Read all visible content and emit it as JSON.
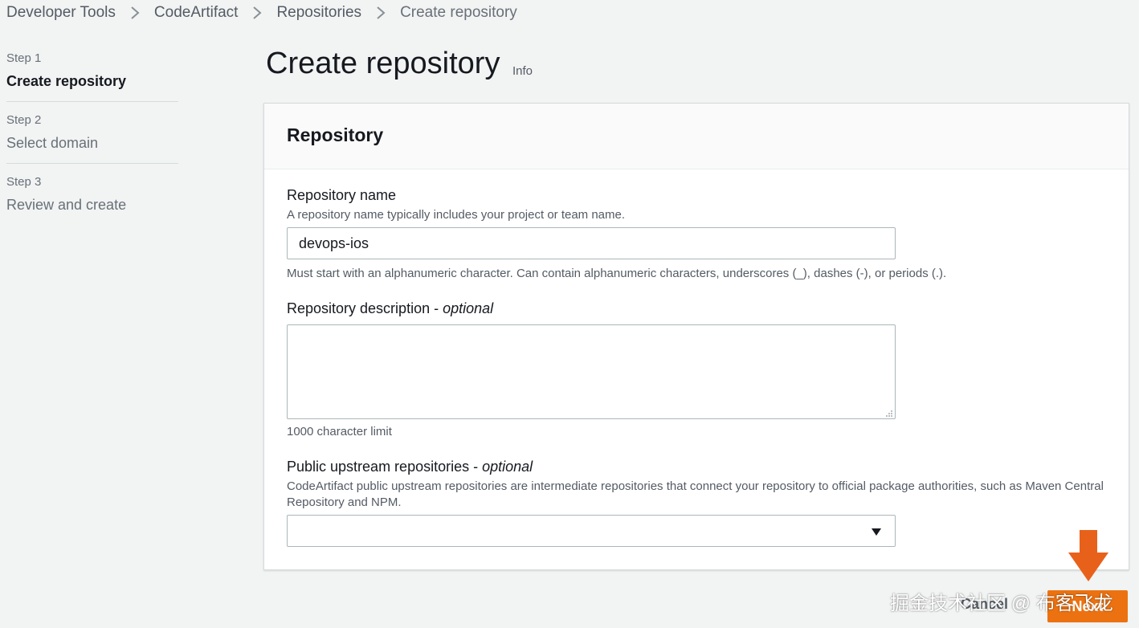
{
  "breadcrumb": {
    "items": [
      "Developer Tools",
      "CodeArtifact",
      "Repositories",
      "Create repository"
    ]
  },
  "steps": [
    {
      "number": "Step 1",
      "title": "Create repository",
      "active": true
    },
    {
      "number": "Step 2",
      "title": "Select domain",
      "active": false
    },
    {
      "number": "Step 3",
      "title": "Review and create",
      "active": false
    }
  ],
  "page": {
    "title": "Create repository",
    "info_link": "Info"
  },
  "card": {
    "title": "Repository",
    "repo_name": {
      "label": "Repository name",
      "description": "A repository name typically includes your project or team name.",
      "value": "devops-ios",
      "constraint": "Must start with an alphanumeric character. Can contain alphanumeric characters, underscores (_), dashes (-), or periods (.)."
    },
    "repo_description": {
      "label": "Repository description",
      "optional": "optional",
      "value": "",
      "constraint": "1000 character limit"
    },
    "upstream": {
      "label": "Public upstream repositories",
      "optional": "optional",
      "description": "CodeArtifact public upstream repositories are intermediate repositories that connect your repository to official package authorities, such as Maven Central Repository and NPM.",
      "selected": ""
    }
  },
  "actions": {
    "cancel_label": "Cancel",
    "next_label": "Next"
  },
  "watermark": "掘金技术社区 @ 布客飞龙",
  "colors": {
    "accent": "#ec7211",
    "background": "#f2f3f3"
  }
}
